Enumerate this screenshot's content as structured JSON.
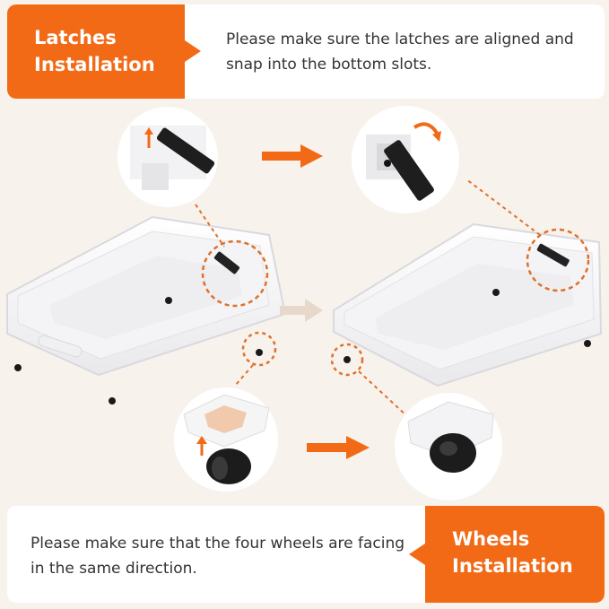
{
  "latches": {
    "title_line1": "Latches",
    "title_line2": "Installation",
    "note": "Please make sure the latches are aligned and snap into the bottom slots."
  },
  "wheels": {
    "title_line1": "Wheels",
    "title_line2": "Installation",
    "note": "Please make sure that the four wheels are facing in the same direction."
  },
  "colors": {
    "accent": "#f26a16",
    "arrow_light": "#e6d9cb",
    "background": "#f7f2ec"
  },
  "icons": [
    "orange-arrow-right-icon",
    "beige-arrow-right-icon",
    "curved-arrow-icon",
    "up-arrow-icon"
  ]
}
